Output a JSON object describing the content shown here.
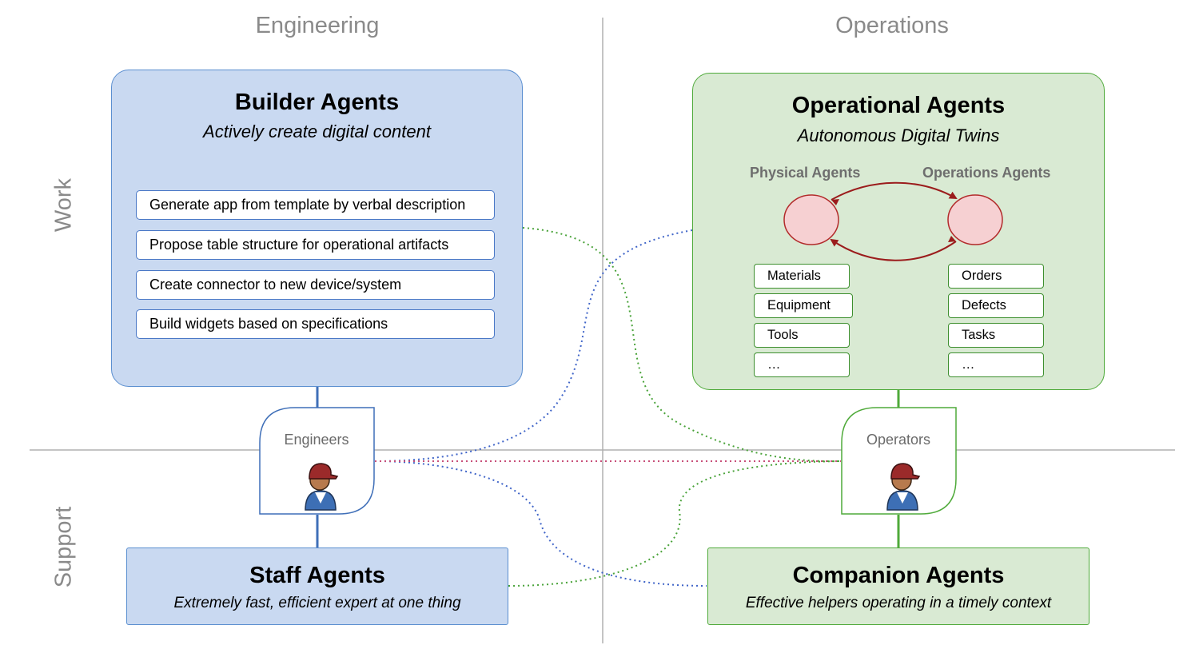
{
  "columns": {
    "left": "Engineering",
    "right": "Operations"
  },
  "rows": {
    "top": "Work",
    "bottom": "Support"
  },
  "builder": {
    "title": "Builder Agents",
    "subtitle": "Actively create digital content",
    "tasks": [
      "Generate app from template by verbal description",
      "Propose table structure for operational artifacts",
      "Create connector to new device/system",
      "Build widgets based on specifications"
    ]
  },
  "operational": {
    "title": "Operational Agents",
    "subtitle": "Autonomous Digital Twins",
    "physical": {
      "label": "Physical Agents",
      "items": [
        "Materials",
        "Equipment",
        "Tools",
        "…"
      ]
    },
    "operations": {
      "label": "Operations Agents",
      "items": [
        "Orders",
        "Defects",
        "Tasks",
        "…"
      ]
    }
  },
  "staff": {
    "title": "Staff Agents",
    "subtitle": "Extremely fast, efficient expert at one thing"
  },
  "companion": {
    "title": "Companion Agents",
    "subtitle": "Effective helpers operating in a timely context"
  },
  "roles": {
    "engineers": "Engineers",
    "operators": "Operators"
  },
  "colors": {
    "blue_fill": "#c9d9f1",
    "blue_border": "#5b8fd0",
    "green_fill": "#d9ead3",
    "green_border": "#4faa3a",
    "agent_circle": "#f6d0d2",
    "agent_arrow": "#9b1c1c"
  },
  "icons": {
    "person": "person-icon"
  }
}
